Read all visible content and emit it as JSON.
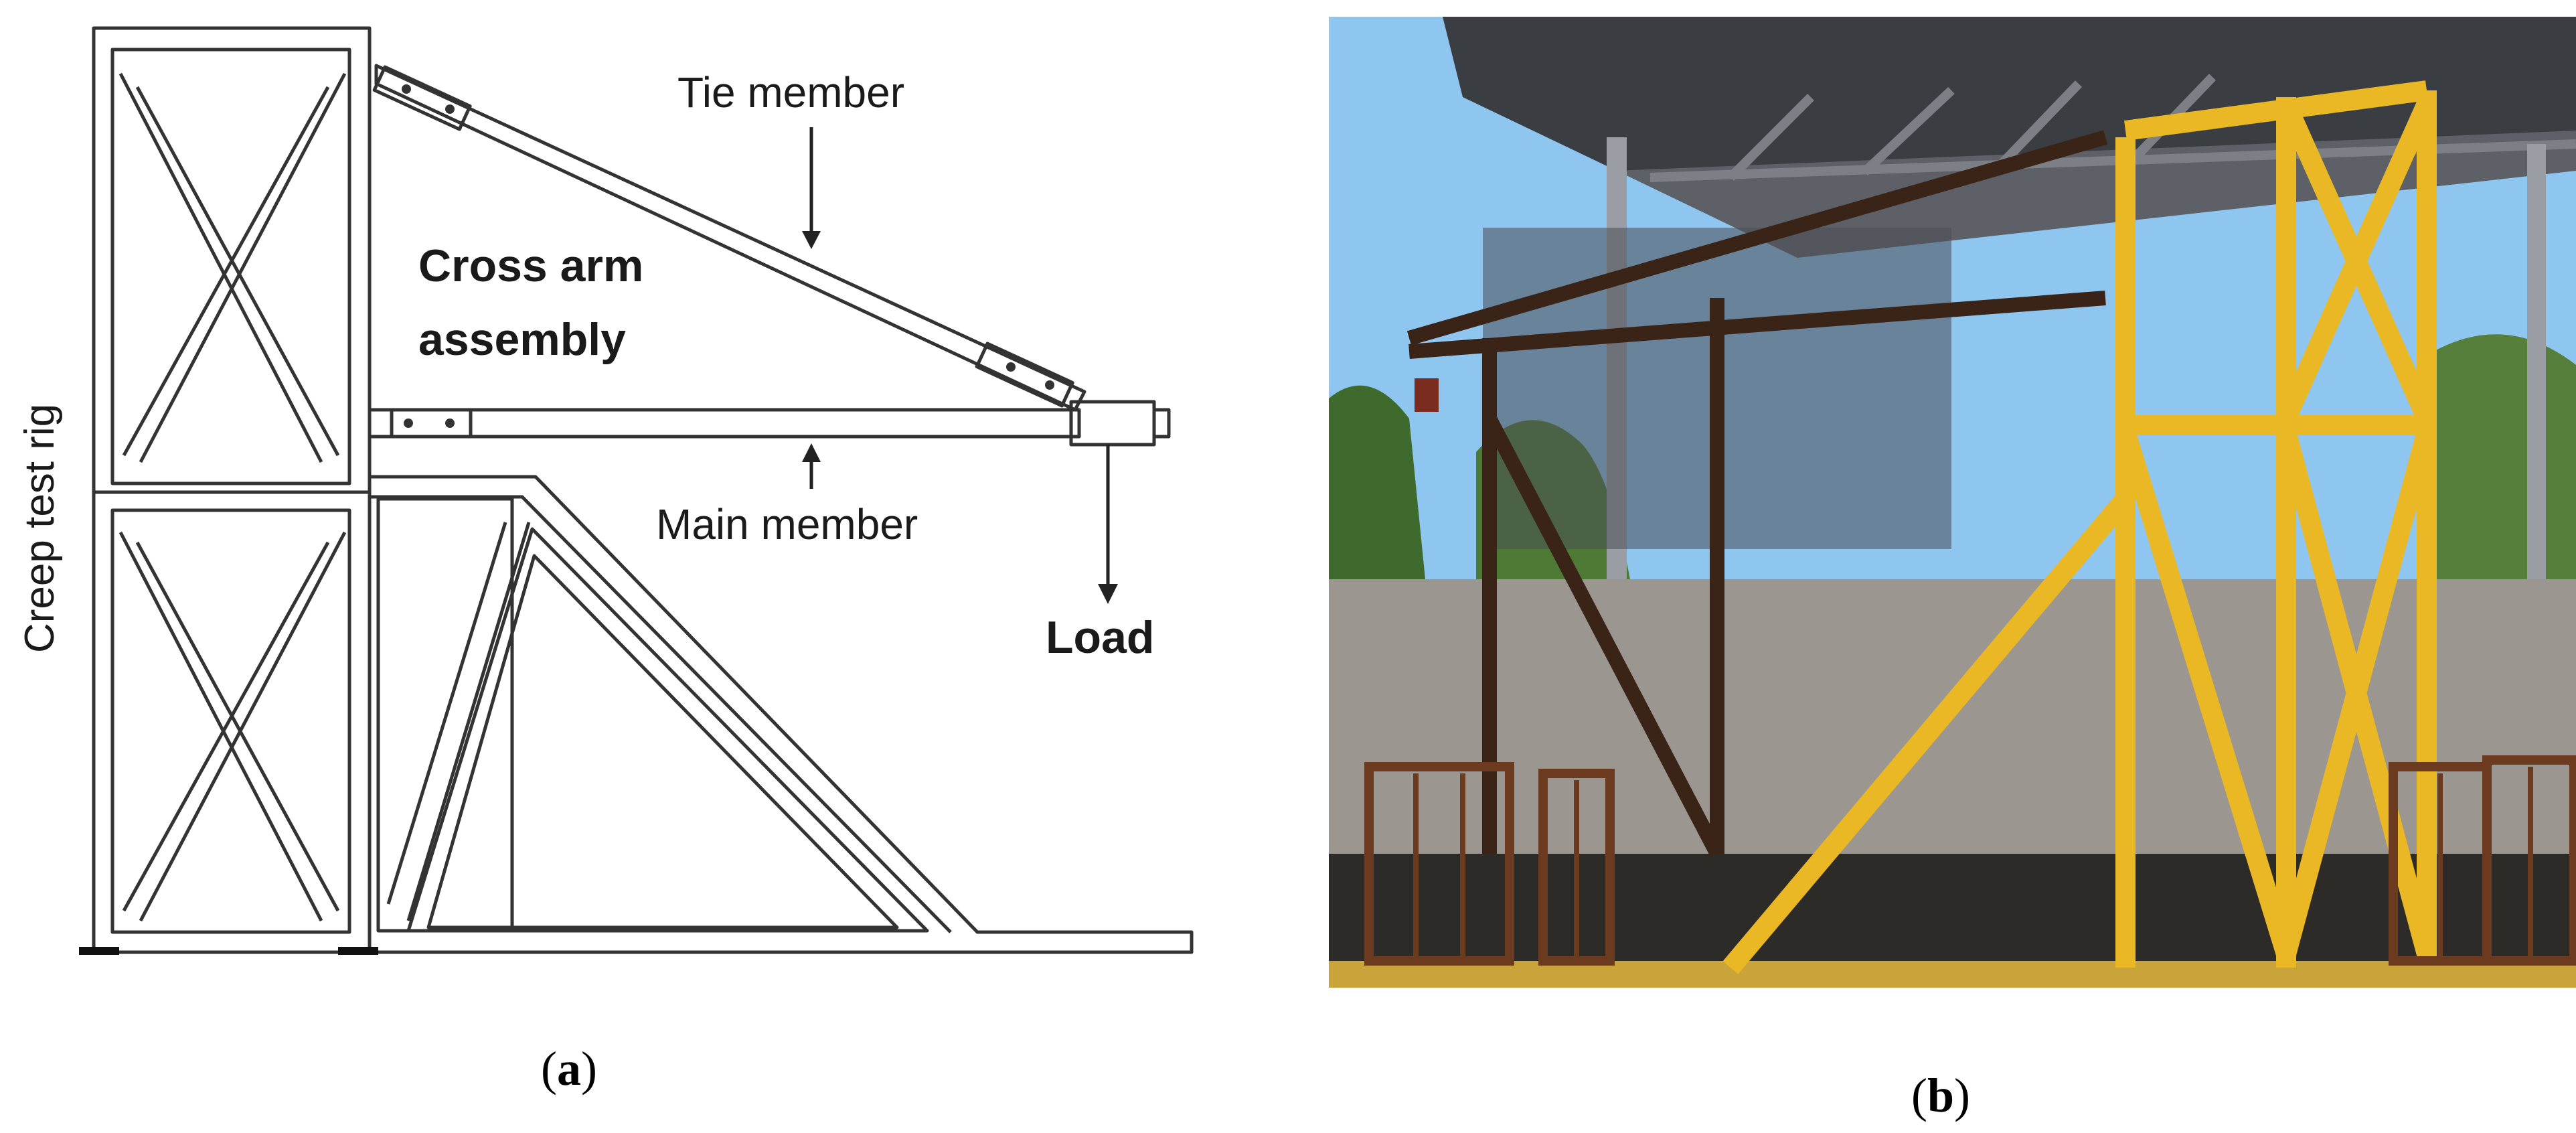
{
  "panel_a": {
    "labels": {
      "tie_member": "Tie member",
      "main_member": "Main member",
      "cross_arm_line1": "Cross arm",
      "cross_arm_line2": "assembly",
      "load": "Load",
      "rig": "Creep test rig"
    },
    "caption": {
      "open": "(",
      "letter": "a",
      "close": ")"
    }
  },
  "panel_b": {
    "caption": {
      "open": "(",
      "letter": "b",
      "close": ")"
    },
    "colors": {
      "sky": "#8fc6ef",
      "roof": "#3a3d42",
      "yellow_frame": "#e9b824",
      "rust": "#6b3a1f"
    }
  }
}
